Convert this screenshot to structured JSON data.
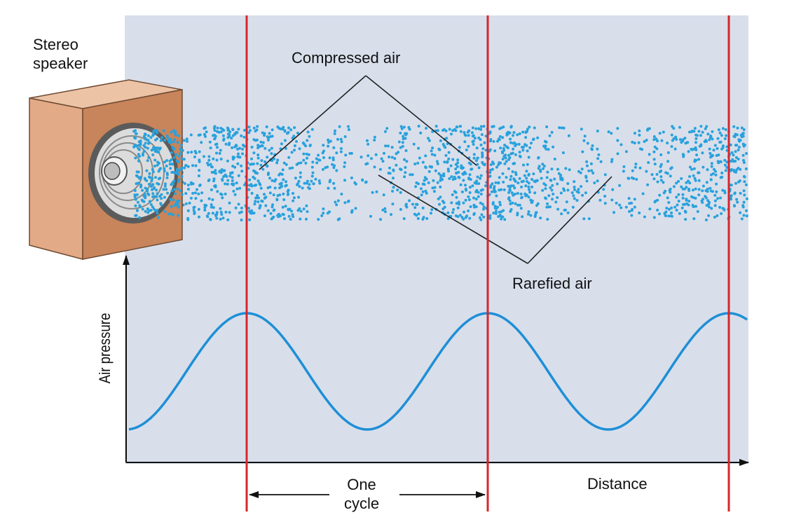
{
  "labels": {
    "speaker": [
      "Stereo",
      "speaker"
    ],
    "compressed": "Compressed air",
    "rarefied": "Rarefied air",
    "y_axis": "Air pressure",
    "x_axis": "Distance",
    "cycle": [
      "One",
      "cycle"
    ]
  },
  "wave": {
    "peaks": 3,
    "cycles_shown": 2.6
  },
  "colors": {
    "panel": "#d8dfeb",
    "particles": "#29a1dc",
    "wave": "#1f8fd6",
    "cycle_markers": "#d6262b",
    "speaker_front": "#c8845a",
    "speaker_side": "#e2aa86",
    "speaker_top": "#edc3a6"
  }
}
